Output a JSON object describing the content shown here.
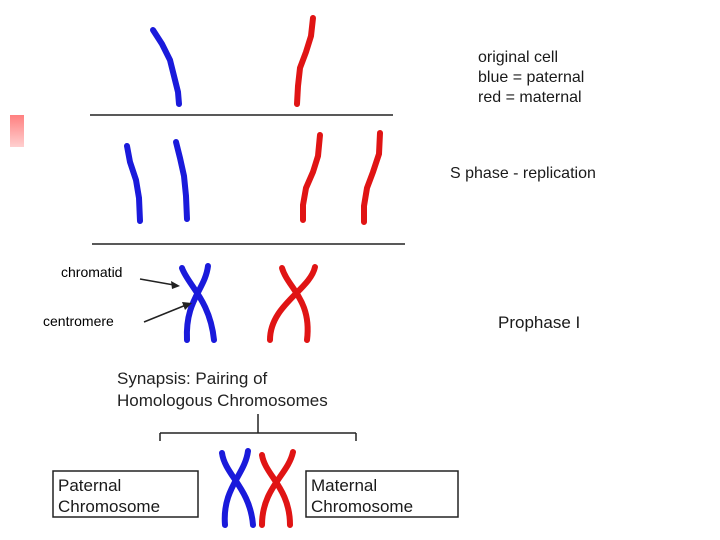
{
  "labels": {
    "original_cell": "original cell",
    "blue_paternal": "blue = paternal",
    "red_maternal": "red = maternal",
    "s_phase": "S phase - replication",
    "chromatid": "chromatid",
    "centromere": "centromere",
    "prophase": "Prophase I",
    "synapsis_line1": "Synapsis: Pairing of",
    "synapsis_line2": "Homologous Chromosomes",
    "paternal_line1": "Paternal",
    "paternal_line2": "Chromosome",
    "maternal_line1": "Maternal",
    "maternal_line2": "Chromosome"
  },
  "colors": {
    "paternal": "#1a1adb",
    "maternal": "#e01414",
    "line": "#222222"
  }
}
